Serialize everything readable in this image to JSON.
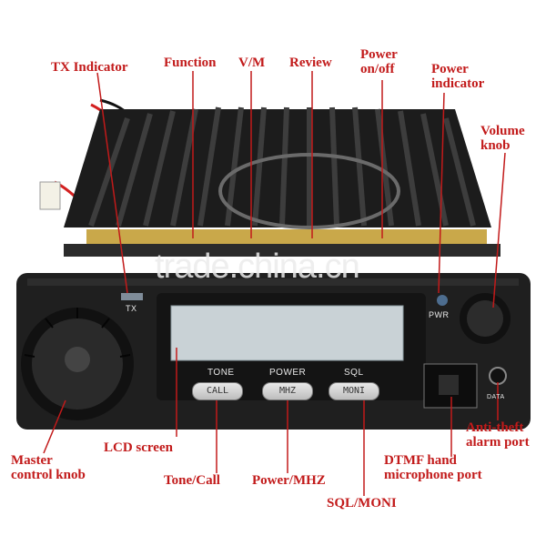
{
  "labels": {
    "tx_indicator": "TX Indicator",
    "function": "Function",
    "vm": "V/M",
    "review": "Review",
    "power_onoff_1": "Power",
    "power_onoff_2": "on/off",
    "power_indicator_1": "Power",
    "power_indicator_2": "indicator",
    "volume_knob_1": "Volume",
    "volume_knob_2": "knob",
    "master_control_1": "Master",
    "master_control_2": "control knob",
    "lcd_screen": "LCD screen",
    "tone_call": "Tone/Call",
    "power_mhz": "Power/MHZ",
    "sql_moni": "SQL/MONI",
    "anti_theft_1": "Anti-theft",
    "anti_theft_2": "alarm port",
    "dtmf_1": "DTMF hand",
    "dtmf_2": "microphone port"
  },
  "panel": {
    "tx": "TX",
    "pwr": "PWR",
    "data": "DATA",
    "tone": "TONE",
    "power": "POWER",
    "sql": "SQL",
    "call": "CALL",
    "mhz": "MHZ",
    "moni": "MONI"
  },
  "watermark": "trade.china.cn",
  "colors": {
    "callout": "#c21a1a",
    "body": "#1b1b1b",
    "heatsink": "#2a2a2a"
  }
}
